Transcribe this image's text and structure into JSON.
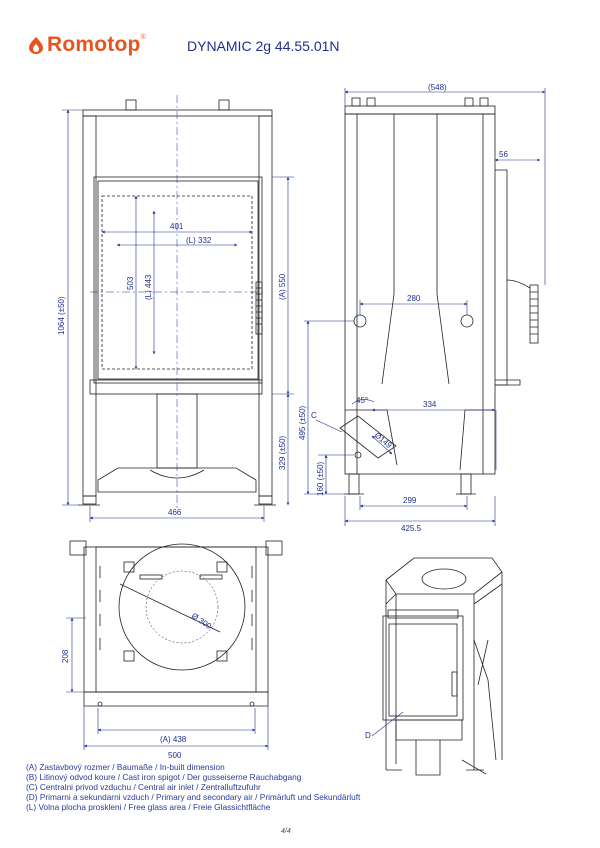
{
  "header": {
    "brand": "Romotop",
    "brand_mark": "®",
    "model": "DYNAMIC 2g 44.55.01N"
  },
  "front_view": {
    "dim_height_total": "1064 (±50)",
    "dim_glass_width": "401",
    "dim_visible_width": "(L) 332",
    "dim_glass_height": "503",
    "dim_visible_height": "(L) 443",
    "dim_A_height": "(A) 550",
    "dim_base_height": "329 (±50)",
    "dim_width": "466"
  },
  "side_view": {
    "dim_depth_top": "(548)",
    "dim_handle": "56",
    "dim_inlets": "280",
    "dim_angle": "45°",
    "dim_334": "334",
    "dim_spigot_height": "495 (±50)",
    "label_C": "C",
    "dim_spigot_dia": "Ø149",
    "dim_inlet_height": "160 (±50)",
    "dim_299": "299",
    "dim_425": "425.5"
  },
  "top_view": {
    "dim_depth": "208",
    "dim_dia": "Ø 300",
    "dim_A_width": "(A) 438",
    "dim_width": "500"
  },
  "iso_view": {
    "label_D": "D"
  },
  "legend": [
    "(A)  Zastavbový rozmer / Baumaße / In-built dimension",
    "(B)  Litinový odvod koure / Cast iron spigot / Der gusseiserne Rauchabgang",
    "(C)  Centralni privod vzduchu / Central air inlet / Zentralluftzufuhr",
    "(D)  Primarni a sekundarni vzduch / Primary and secondary air / Primärluft und Sekundärluft",
    "(L)  Volna plocha proskleni / Free glass area / Freie Glassichtfläche"
  ],
  "page": "4/4",
  "colors": {
    "brand": "#e8541e",
    "dimension": "#1f2f8f",
    "line": "#222222"
  }
}
